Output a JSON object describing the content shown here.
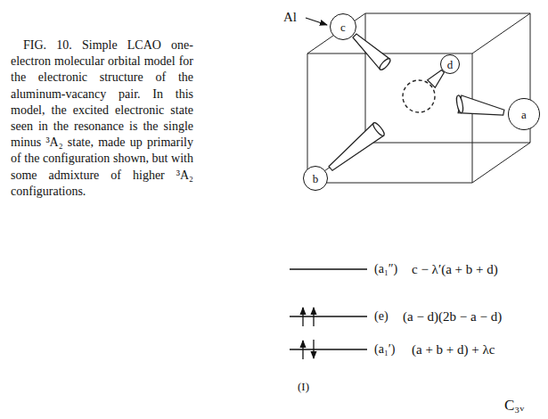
{
  "diagram": {
    "caption": "FIG. 10. Simple LCAO one-electron molecular orbital model for the electronic structure of the aluminum-vacancy pair. In this model, the excited electronic state seen in the resonance is the single minus ³A₂ state, made up primarily of the configuration shown, but with some admixture of higher ³A₂ configurations.",
    "nodes": [
      {
        "text": [
          "c"
        ]
      },
      {
        "text": [
          "d"
        ]
      },
      {
        "text": [
          "a"
        ]
      },
      {
        "text": [
          "b"
        ]
      }
    ],
    "labels": [
      "Al",
      "(a₁″)",
      "c − λ′(a + b + d)",
      "(e)",
      "(a − d)(2b − a − d)",
      "(a₁′)",
      "(a + b + d) + λc",
      "(I)",
      "C₃ᵥ"
    ]
  }
}
